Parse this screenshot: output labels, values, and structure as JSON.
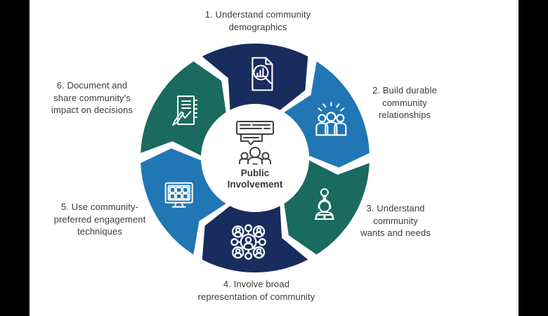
{
  "frame": {
    "background": "#ffffff",
    "left_bar_color": "#000000",
    "right_bar_color": "#000000"
  },
  "diagram": {
    "type": "cycle",
    "direction": "clockwise",
    "center": {
      "title_lines": [
        "Public",
        "Involvement"
      ],
      "title_text": "Public Involvement",
      "icons": [
        "dialogue-bubbles-icon",
        "people-group-icon"
      ]
    },
    "segments": [
      {
        "number": 1,
        "text": "1. Understand community demographics",
        "lines": [
          "1. Understand community",
          "demographics"
        ],
        "color": "#182c5e",
        "icon": "report-analysis-icon"
      },
      {
        "number": 2,
        "text": "2. Build durable community relationships",
        "lines": [
          "2. Build durable",
          "community",
          "relationships"
        ],
        "color": "#2176b4",
        "icon": "community-people-icon"
      },
      {
        "number": 3,
        "text": "3. Understand community wants and needs",
        "lines": [
          "3. Understand",
          "community",
          "wants and needs"
        ],
        "color": "#1a6a60",
        "icon": "person-laptop-idea-icon"
      },
      {
        "number": 4,
        "text": "4. Involve broad representation of community",
        "lines": [
          "4. Involve broad",
          "representation of community"
        ],
        "color": "#182c5e",
        "icon": "network-people-icon"
      },
      {
        "number": 5,
        "text": "5. Use community-preferred engagement techniques",
        "lines": [
          "5. Use community-",
          "preferred engagement",
          "techniques"
        ],
        "color": "#2176b4",
        "icon": "monitor-apps-icon"
      },
      {
        "number": 6,
        "text": "6. Document and share community's impact on decisions",
        "lines": [
          "6. Document and",
          "share community's",
          "impact on decisions"
        ],
        "color": "#1a6a60",
        "icon": "checklist-pen-icon"
      }
    ],
    "colors": {
      "navy": "#182c5e",
      "blue": "#2176b4",
      "teal": "#1a6a60",
      "label_text": "#3c3c3c",
      "icon_stroke": "#ffffff"
    }
  }
}
